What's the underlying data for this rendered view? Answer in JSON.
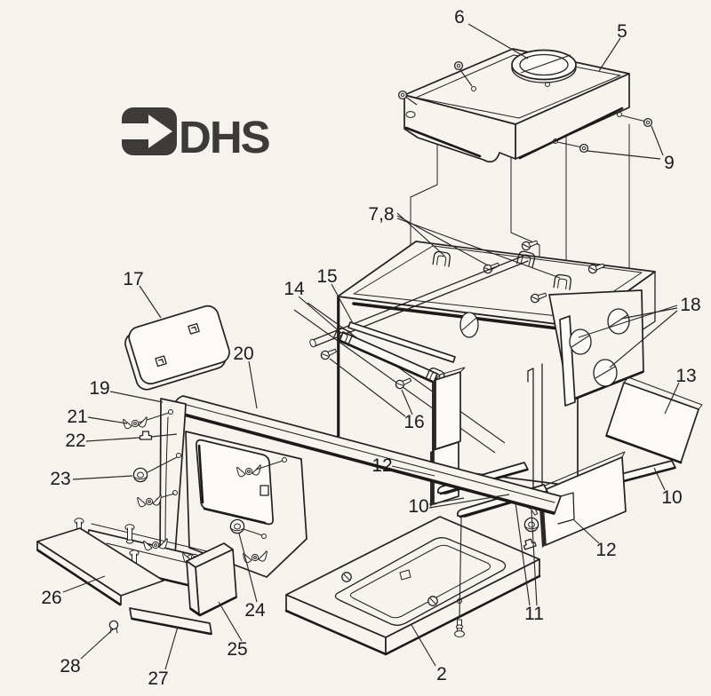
{
  "meta": {
    "figure_type": "exploded-parts-diagram",
    "background_color": "#f5f3ee",
    "ink_color": "#24221e"
  },
  "logo": {
    "text": "DHS",
    "icon": "arrow-right-logo-icon"
  },
  "labels": [
    {
      "id": "part-6",
      "text": "6"
    },
    {
      "id": "part-5",
      "text": "5"
    },
    {
      "id": "part-9",
      "text": "9"
    },
    {
      "id": "part-7-8",
      "text": "7,8"
    },
    {
      "id": "part-17",
      "text": "17"
    },
    {
      "id": "part-15",
      "text": "15"
    },
    {
      "id": "part-14",
      "text": "14"
    },
    {
      "id": "part-18",
      "text": "18"
    },
    {
      "id": "part-13",
      "text": "13"
    },
    {
      "id": "part-20",
      "text": "20"
    },
    {
      "id": "part-19",
      "text": "19"
    },
    {
      "id": "part-21",
      "text": "21"
    },
    {
      "id": "part-22",
      "text": "22"
    },
    {
      "id": "part-23",
      "text": "23"
    },
    {
      "id": "part-16",
      "text": "16"
    },
    {
      "id": "part-12-left",
      "text": "12"
    },
    {
      "id": "part-10-center",
      "text": "10"
    },
    {
      "id": "part-10-right",
      "text": "10"
    },
    {
      "id": "part-12-right",
      "text": "12"
    },
    {
      "id": "part-11",
      "text": "11"
    },
    {
      "id": "part-2",
      "text": "2"
    },
    {
      "id": "part-26",
      "text": "26"
    },
    {
      "id": "part-24",
      "text": "24"
    },
    {
      "id": "part-25",
      "text": "25"
    },
    {
      "id": "part-28",
      "text": "28"
    },
    {
      "id": "part-27",
      "text": "27"
    }
  ]
}
